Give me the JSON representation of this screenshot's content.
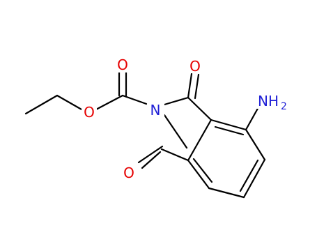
{
  "molecule": {
    "atoms": {
      "o_carbonyl_ester": "O",
      "o_ester_bridge": "O",
      "n_imide": "N",
      "o_imide_top": "O",
      "o_imide_bottom": "O",
      "amino_n": "NH",
      "amino_sub": "2"
    }
  },
  "colors": {
    "oxygen": "#e60000",
    "nitrogen": "#1f1fd6",
    "bond": "#000000",
    "background": "#ffffff"
  }
}
